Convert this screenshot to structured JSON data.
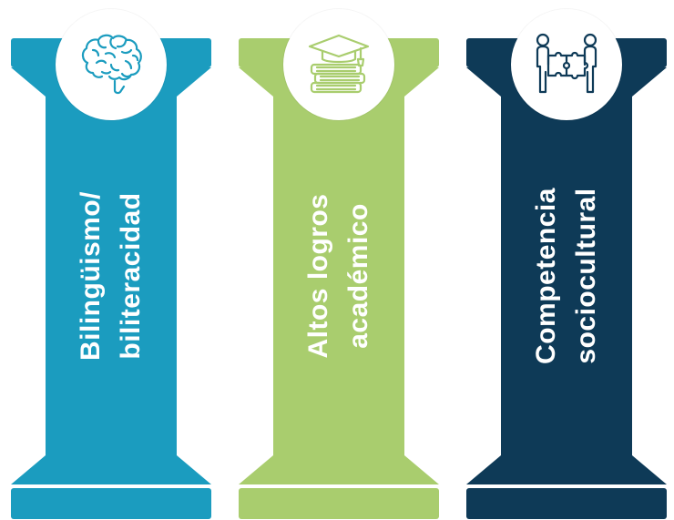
{
  "pillars": [
    {
      "line1": "Bilingüismo/",
      "line2": "biliteracidad",
      "icon": "brain-icon",
      "color": "#1b9cbf"
    },
    {
      "line1": "Altos logros",
      "line2": "académico",
      "icon": "graduation-cap-books-icon",
      "color": "#a9cd6e"
    },
    {
      "line1": "Competencia",
      "line2": "sociocultural",
      "icon": "people-puzzle-icon",
      "color": "#0e3a57"
    }
  ]
}
